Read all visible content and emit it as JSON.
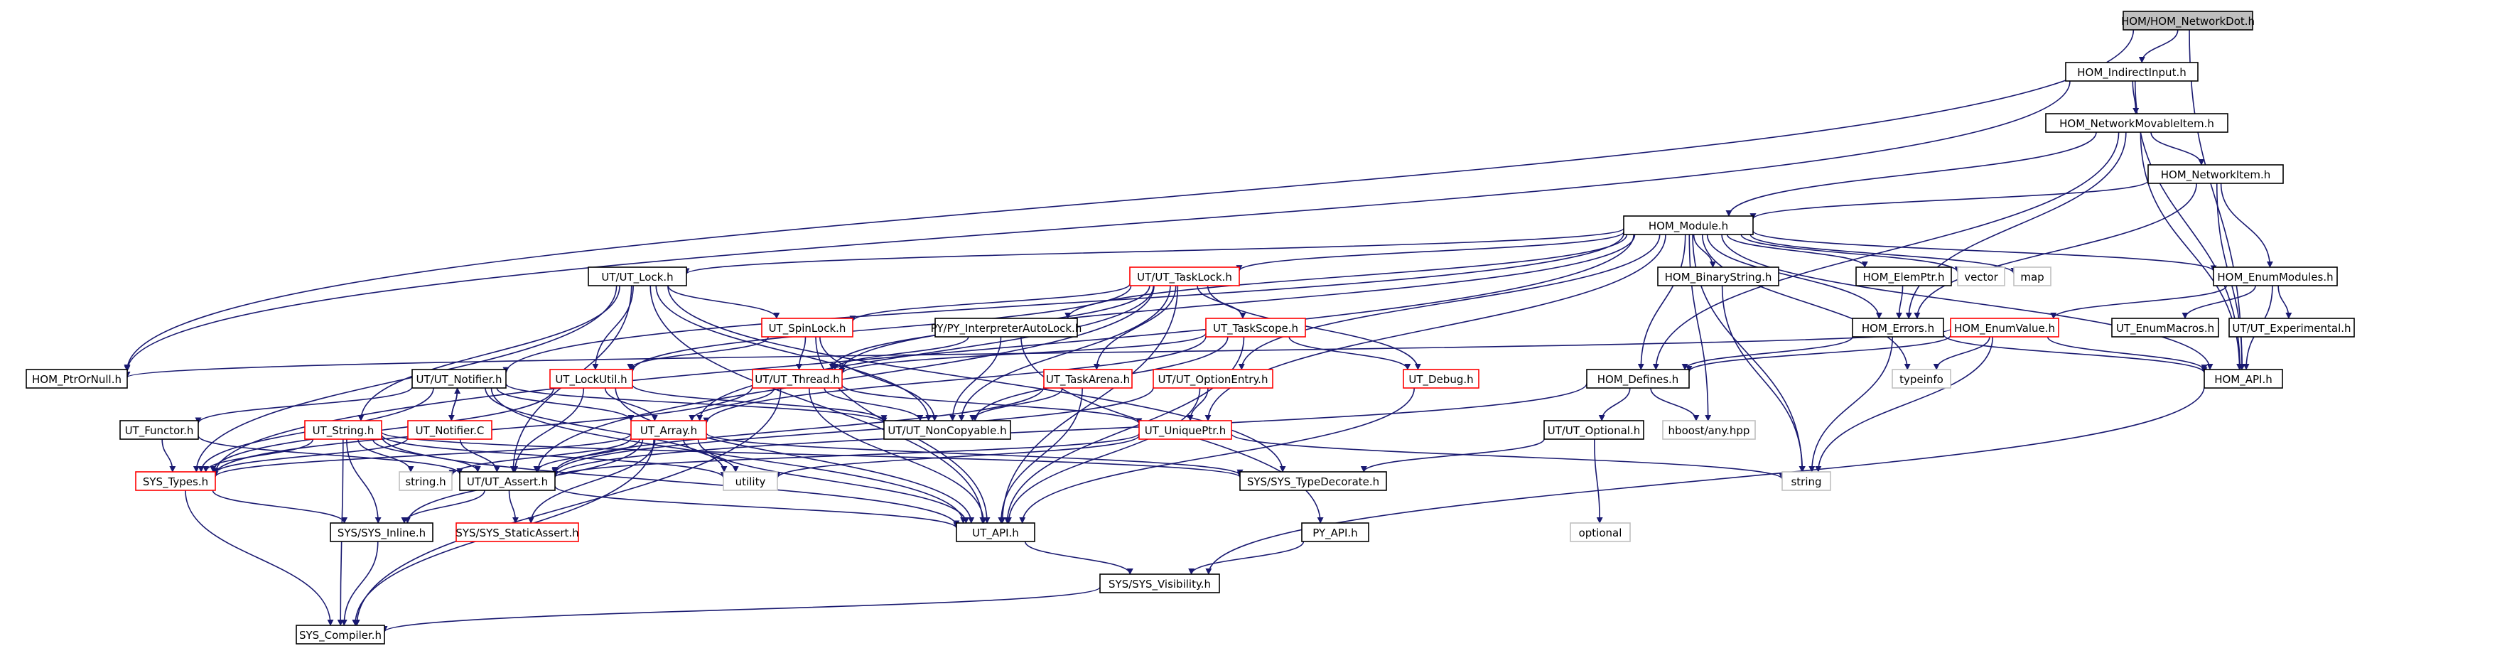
{
  "diagram": {
    "title": "HOM/HOM_NetworkDot.h",
    "colors": {
      "edge": "#191970",
      "node_border": "#000000",
      "incomplete_border": "#ff0000",
      "external_border": "#bfbfbf",
      "root_fill": "#bfbfbf",
      "text": "#000000"
    },
    "nodes": [
      {
        "id": "networkdot",
        "label": "HOM/HOM_NetworkDot.h",
        "kind": "root"
      },
      {
        "id": "indirectinput",
        "label": "HOM_IndirectInput.h",
        "kind": "normal"
      },
      {
        "id": "networkmovable",
        "label": "HOM_NetworkMovableItem.h",
        "kind": "normal"
      },
      {
        "id": "networkitem",
        "label": "HOM_NetworkItem.h",
        "kind": "normal"
      },
      {
        "id": "module",
        "label": "HOM_Module.h",
        "kind": "normal"
      },
      {
        "id": "ut_lock",
        "label": "UT/UT_Lock.h",
        "kind": "normal"
      },
      {
        "id": "ut_tasklock",
        "label": "UT/UT_TaskLock.h",
        "kind": "incomplete"
      },
      {
        "id": "binarystring",
        "label": "HOM_BinaryString.h",
        "kind": "normal"
      },
      {
        "id": "elemptr",
        "label": "HOM_ElemPtr.h",
        "kind": "normal"
      },
      {
        "id": "vector",
        "label": "vector",
        "kind": "external"
      },
      {
        "id": "map",
        "label": "map",
        "kind": "external"
      },
      {
        "id": "enummodules",
        "label": "HOM_EnumModules.h",
        "kind": "normal"
      },
      {
        "id": "ut_spinlock",
        "label": "UT_SpinLock.h",
        "kind": "incomplete"
      },
      {
        "id": "interpreterlock",
        "label": "PY/PY_InterpreterAutoLock.h",
        "kind": "normal"
      },
      {
        "id": "ut_taskscope",
        "label": "UT_TaskScope.h",
        "kind": "incomplete"
      },
      {
        "id": "hom_errors",
        "label": "HOM_Errors.h",
        "kind": "normal"
      },
      {
        "id": "enumvalue",
        "label": "HOM_EnumValue.h",
        "kind": "incomplete"
      },
      {
        "id": "enummacros",
        "label": "UT_EnumMacros.h",
        "kind": "normal"
      },
      {
        "id": "experimental",
        "label": "UT/UT_Experimental.h",
        "kind": "normal"
      },
      {
        "id": "ptrornull",
        "label": "HOM_PtrOrNull.h",
        "kind": "normal"
      },
      {
        "id": "notifier",
        "label": "UT/UT_Notifier.h",
        "kind": "normal"
      },
      {
        "id": "lockutil",
        "label": "UT_LockUtil.h",
        "kind": "incomplete"
      },
      {
        "id": "ut_thread",
        "label": "UT/UT_Thread.h",
        "kind": "incomplete"
      },
      {
        "id": "taskarena",
        "label": "UT_TaskArena.h",
        "kind": "incomplete"
      },
      {
        "id": "optionentry",
        "label": "UT/UT_OptionEntry.h",
        "kind": "incomplete"
      },
      {
        "id": "ut_debug",
        "label": "UT_Debug.h",
        "kind": "incomplete"
      },
      {
        "id": "hom_defines",
        "label": "HOM_Defines.h",
        "kind": "normal"
      },
      {
        "id": "typeinfo",
        "label": "typeinfo",
        "kind": "external"
      },
      {
        "id": "hom_api",
        "label": "HOM_API.h",
        "kind": "normal"
      },
      {
        "id": "functor",
        "label": "UT_Functor.h",
        "kind": "normal"
      },
      {
        "id": "notifier_c",
        "label": "UT_Notifier.C",
        "kind": "incomplete"
      },
      {
        "id": "ut_string",
        "label": "UT_String.h",
        "kind": "incomplete"
      },
      {
        "id": "ut_array",
        "label": "UT_Array.h",
        "kind": "incomplete"
      },
      {
        "id": "noncopyable",
        "label": "UT/UT_NonCopyable.h",
        "kind": "normal"
      },
      {
        "id": "uniqueptr",
        "label": "UT_UniquePtr.h",
        "kind": "incomplete"
      },
      {
        "id": "ut_optional",
        "label": "UT/UT_Optional.h",
        "kind": "normal"
      },
      {
        "id": "anyhpp",
        "label": "hboost/any.hpp",
        "kind": "external"
      },
      {
        "id": "sys_types",
        "label": "SYS_Types.h",
        "kind": "incomplete"
      },
      {
        "id": "string_h",
        "label": "string.h",
        "kind": "external"
      },
      {
        "id": "ut_assert",
        "label": "UT/UT_Assert.h",
        "kind": "normal"
      },
      {
        "id": "utility",
        "label": "utility",
        "kind": "external"
      },
      {
        "id": "typedecorate",
        "label": "SYS/SYS_TypeDecorate.h",
        "kind": "normal"
      },
      {
        "id": "string",
        "label": "string",
        "kind": "external"
      },
      {
        "id": "optional",
        "label": "optional",
        "kind": "external"
      },
      {
        "id": "sys_inline",
        "label": "SYS/SYS_Inline.h",
        "kind": "normal"
      },
      {
        "id": "staticassert",
        "label": "SYS/SYS_StaticAssert.h",
        "kind": "incomplete"
      },
      {
        "id": "ut_api",
        "label": "UT_API.h",
        "kind": "normal"
      },
      {
        "id": "py_api",
        "label": "PY_API.h",
        "kind": "normal"
      },
      {
        "id": "visibility",
        "label": "SYS/SYS_Visibility.h",
        "kind": "normal"
      },
      {
        "id": "sys_compiler",
        "label": "SYS_Compiler.h",
        "kind": "normal"
      }
    ],
    "edges": [
      [
        "networkdot",
        "indirectinput"
      ],
      [
        "networkdot",
        "ptrornull"
      ],
      [
        "networkdot",
        "hom_api"
      ],
      [
        "indirectinput",
        "networkmovable"
      ],
      [
        "indirectinput",
        "ptrornull"
      ],
      [
        "indirectinput",
        "hom_api"
      ],
      [
        "networkmovable",
        "networkitem"
      ],
      [
        "networkmovable",
        "module"
      ],
      [
        "networkmovable",
        "hom_defines"
      ],
      [
        "networkmovable",
        "hom_errors"
      ],
      [
        "networkmovable",
        "hom_api"
      ],
      [
        "networkitem",
        "module"
      ],
      [
        "networkitem",
        "enummodules"
      ],
      [
        "networkitem",
        "hom_errors"
      ],
      [
        "networkitem",
        "hom_api"
      ],
      [
        "module",
        "ut_lock"
      ],
      [
        "module",
        "ut_tasklock"
      ],
      [
        "module",
        "binarystring"
      ],
      [
        "module",
        "elemptr"
      ],
      [
        "module",
        "vector"
      ],
      [
        "module",
        "map"
      ],
      [
        "module",
        "enummodules"
      ],
      [
        "module",
        "interpreterlock"
      ],
      [
        "module",
        "hom_errors"
      ],
      [
        "module",
        "hom_defines"
      ],
      [
        "module",
        "notifier"
      ],
      [
        "module",
        "ut_thread"
      ],
      [
        "module",
        "optionentry"
      ],
      [
        "module",
        "uniqueptr"
      ],
      [
        "module",
        "sys_types"
      ],
      [
        "module",
        "anyhpp"
      ],
      [
        "module",
        "string"
      ],
      [
        "module",
        "typeinfo"
      ],
      [
        "module",
        "hom_api"
      ],
      [
        "ut_lock",
        "ut_spinlock"
      ],
      [
        "ut_lock",
        "lockutil"
      ],
      [
        "ut_lock",
        "ut_string"
      ],
      [
        "ut_lock",
        "noncopyable"
      ],
      [
        "ut_lock",
        "ut_assert"
      ],
      [
        "ut_lock",
        "sys_types"
      ],
      [
        "ut_lock",
        "ut_api"
      ],
      [
        "ut_lock",
        "typedecorate"
      ],
      [
        "ut_tasklock",
        "ut_spinlock"
      ],
      [
        "ut_tasklock",
        "ut_taskscope"
      ],
      [
        "ut_tasklock",
        "ut_debug"
      ],
      [
        "ut_tasklock",
        "lockutil"
      ],
      [
        "ut_tasklock",
        "ut_thread"
      ],
      [
        "ut_tasklock",
        "taskarena"
      ],
      [
        "ut_tasklock",
        "noncopyable"
      ],
      [
        "ut_tasklock",
        "ut_array"
      ],
      [
        "ut_tasklock",
        "ut_assert"
      ],
      [
        "ut_tasklock",
        "ut_api"
      ],
      [
        "binarystring",
        "string"
      ],
      [
        "elemptr",
        "hom_errors"
      ],
      [
        "enummodules",
        "enummacros"
      ],
      [
        "enummodules",
        "experimental"
      ],
      [
        "enummodules",
        "enumvalue"
      ],
      [
        "enummodules",
        "hom_api"
      ],
      [
        "ut_spinlock",
        "ut_thread"
      ],
      [
        "ut_spinlock",
        "noncopyable"
      ],
      [
        "ut_spinlock",
        "lockutil"
      ],
      [
        "ut_spinlock",
        "ut_api"
      ],
      [
        "interpreterlock",
        "ut_thread"
      ],
      [
        "interpreterlock",
        "noncopyable"
      ],
      [
        "interpreterlock",
        "py_api"
      ],
      [
        "ut_taskscope",
        "ut_thread"
      ],
      [
        "ut_taskscope",
        "noncopyable"
      ],
      [
        "ut_taskscope",
        "ut_debug"
      ],
      [
        "ut_taskscope",
        "ut_api"
      ],
      [
        "ut_taskscope",
        "ut_array"
      ],
      [
        "hom_errors",
        "hom_defines"
      ],
      [
        "hom_errors",
        "hom_api"
      ],
      [
        "hom_errors",
        "string"
      ],
      [
        "enumvalue",
        "hom_defines"
      ],
      [
        "enumvalue",
        "hom_api"
      ],
      [
        "enumvalue",
        "typeinfo"
      ],
      [
        "enumvalue",
        "string"
      ],
      [
        "enumvalue",
        "ptrornull"
      ],
      [
        "notifier",
        "functor"
      ],
      [
        "notifier",
        "notifier_c"
      ],
      [
        "notifier",
        "ut_array"
      ],
      [
        "notifier",
        "noncopyable"
      ],
      [
        "notifier",
        "sys_types"
      ],
      [
        "notifier",
        "ut_api"
      ],
      [
        "notifier",
        "utility"
      ],
      [
        "lockutil",
        "ut_array"
      ],
      [
        "lockutil",
        "ut_assert"
      ],
      [
        "lockutil",
        "sys_types"
      ],
      [
        "lockutil",
        "noncopyable"
      ],
      [
        "lockutil",
        "ut_api"
      ],
      [
        "ut_thread",
        "ut_array"
      ],
      [
        "ut_thread",
        "noncopyable"
      ],
      [
        "ut_thread",
        "uniqueptr"
      ],
      [
        "ut_thread",
        "sys_types"
      ],
      [
        "ut_thread",
        "ut_api"
      ],
      [
        "ut_thread",
        "sys_compiler"
      ],
      [
        "taskarena",
        "noncopyable"
      ],
      [
        "taskarena",
        "ut_api"
      ],
      [
        "taskarena",
        "ut_assert"
      ],
      [
        "optionentry",
        "uniqueptr"
      ],
      [
        "optionentry",
        "ut_api"
      ],
      [
        "optionentry",
        "ut_assert"
      ],
      [
        "ut_debug",
        "ut_api"
      ],
      [
        "hom_defines",
        "ut_optional"
      ],
      [
        "hom_defines",
        "anyhpp"
      ],
      [
        "hom_defines",
        "ut_assert"
      ],
      [
        "hom_api",
        "visibility"
      ],
      [
        "functor",
        "sys_types"
      ],
      [
        "functor",
        "ut_assert"
      ],
      [
        "notifier_c",
        "notifier"
      ],
      [
        "notifier_c",
        "ut_assert"
      ],
      [
        "notifier_c",
        "sys_types"
      ],
      [
        "ut_string",
        "sys_types"
      ],
      [
        "ut_string",
        "string_h"
      ],
      [
        "ut_string",
        "ut_assert"
      ],
      [
        "ut_string",
        "sys_inline"
      ],
      [
        "ut_string",
        "sys_compiler"
      ],
      [
        "ut_string",
        "ut_api"
      ],
      [
        "ut_string",
        "utility"
      ],
      [
        "ut_string",
        "typedecorate"
      ],
      [
        "ut_array",
        "ut_assert"
      ],
      [
        "ut_array",
        "sys_types"
      ],
      [
        "ut_array",
        "sys_inline"
      ],
      [
        "ut_array",
        "sys_compiler"
      ],
      [
        "ut_array",
        "ut_api"
      ],
      [
        "ut_array",
        "string_h"
      ],
      [
        "ut_array",
        "utility"
      ],
      [
        "ut_array",
        "typedecorate"
      ],
      [
        "ut_array",
        "staticassert"
      ],
      [
        "uniqueptr",
        "utility"
      ],
      [
        "uniqueptr",
        "ut_assert"
      ],
      [
        "uniqueptr",
        "string"
      ],
      [
        "ut_optional",
        "optional"
      ],
      [
        "ut_optional",
        "typedecorate"
      ],
      [
        "sys_types",
        "sys_inline"
      ],
      [
        "sys_types",
        "sys_compiler"
      ],
      [
        "ut_assert",
        "sys_inline"
      ],
      [
        "ut_assert",
        "staticassert"
      ],
      [
        "ut_assert",
        "ut_api"
      ],
      [
        "sys_inline",
        "sys_compiler"
      ],
      [
        "ut_api",
        "visibility"
      ],
      [
        "py_api",
        "visibility"
      ],
      [
        "visibility",
        "sys_compiler"
      ]
    ]
  }
}
